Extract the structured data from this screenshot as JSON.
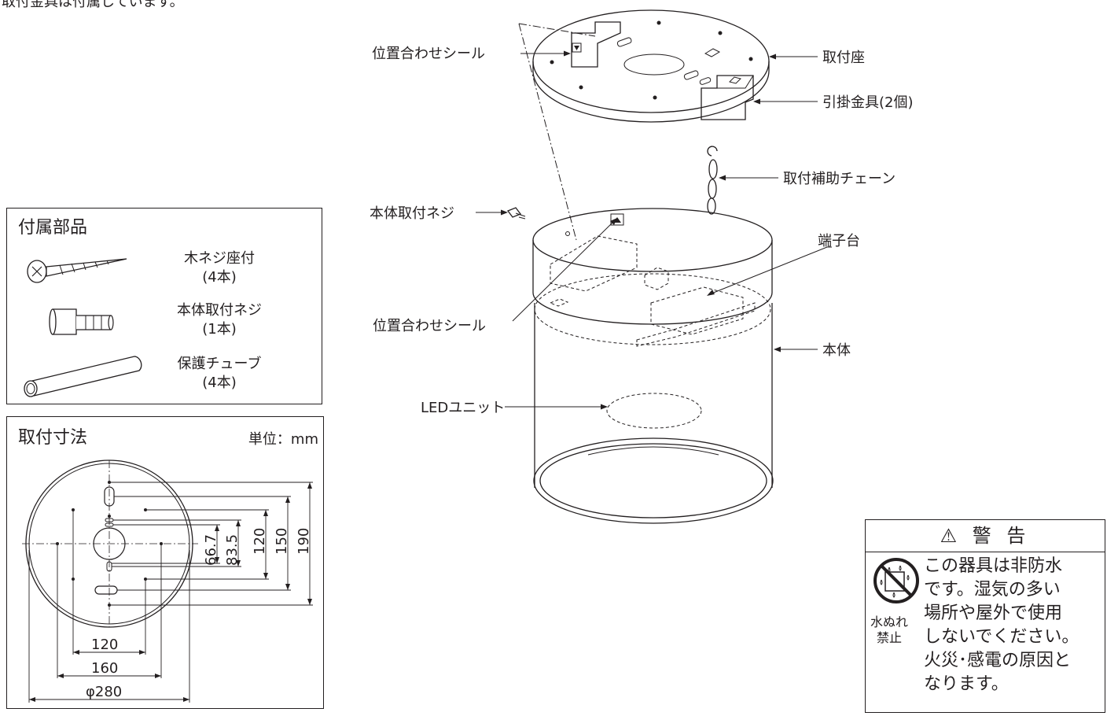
{
  "header_text": "取付金具は付属しています。",
  "main": {
    "labels": {
      "seal_top": "位置合わせシール",
      "base": "取付座",
      "hook": "引掛金具(2個)",
      "chain": "取付補助チェーン",
      "screw": "本体取付ネジ",
      "terminal": "端子台",
      "seal_body": "位置合わせシール",
      "body": "本体",
      "led": "LEDユニット"
    }
  },
  "accessories": {
    "title": "付属部品",
    "items": [
      {
        "name": "木ネジ座付",
        "qty": "(4本)",
        "icon": "wood-screw-icon"
      },
      {
        "name": "本体取付ネジ",
        "qty": "(1本)",
        "icon": "body-screw-icon"
      },
      {
        "name": "保護チューブ",
        "qty": "(4本)",
        "icon": "tube-icon"
      }
    ]
  },
  "dimensions": {
    "title": "取付寸法",
    "unit": "単位：mm",
    "vertical": [
      "66.7",
      "83.5",
      "120",
      "150",
      "190"
    ],
    "horizontal": [
      "120",
      "160",
      "φ280"
    ]
  },
  "warning": {
    "title": "⚠ 警 告",
    "lines": [
      "この器具は非防水",
      "です。湿気の多い",
      "場所や屋外で使用",
      "しないでください。",
      "火災･感電の原因と",
      "なります。"
    ],
    "icon_caption": [
      "水ぬれ",
      "禁止"
    ],
    "icon": "no-water-icon"
  }
}
